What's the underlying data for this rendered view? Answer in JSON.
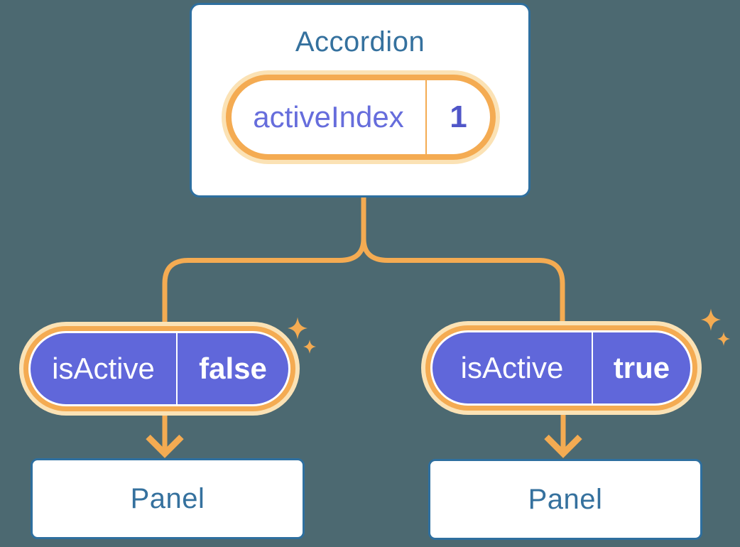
{
  "diagram": {
    "accordion": {
      "title": "Accordion",
      "state": {
        "label": "activeIndex",
        "value": "1"
      }
    },
    "children": [
      {
        "state": {
          "label": "isActive",
          "value": "false"
        },
        "panel": {
          "title": "Panel"
        }
      },
      {
        "state": {
          "label": "isActive",
          "value": "true"
        },
        "panel": {
          "title": "Panel"
        }
      }
    ]
  },
  "icons": {
    "sparkle": "four-point-star"
  },
  "colors": {
    "background": "#4C6971",
    "blue": "#2E6F9F",
    "blue-text": "#35719E",
    "orange": "#F4AB52",
    "glow": "#FBE2B5",
    "purple": "#6067DA",
    "purple-label": "#666DDC",
    "indigo-value": "#5056C8"
  }
}
